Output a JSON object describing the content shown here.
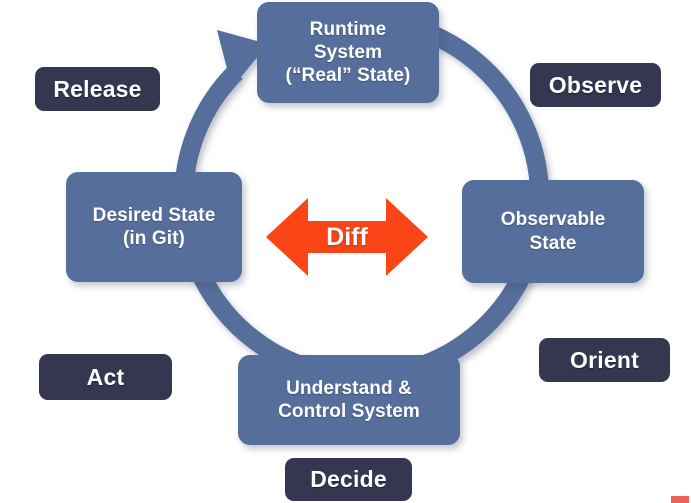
{
  "diagram": {
    "title": "GitOps OODA loop diagram",
    "colors": {
      "node_blue": "#566e9c",
      "label_dark": "#353650",
      "arrow_orange": "#fa4616",
      "background": "#ffffff"
    },
    "nodes": [
      {
        "id": "runtime",
        "label": "Runtime\nSystem\n(“Real” State)"
      },
      {
        "id": "desired",
        "label": "Desired State\n(in Git)"
      },
      {
        "id": "observable",
        "label": "Observable\nState"
      },
      {
        "id": "understand",
        "label": "Understand &\nControl System"
      }
    ],
    "ooda_labels": [
      {
        "id": "release",
        "label": "Release"
      },
      {
        "id": "observe",
        "label": "Observe"
      },
      {
        "id": "orient",
        "label": "Orient"
      },
      {
        "id": "decide",
        "label": "Decide"
      },
      {
        "id": "act",
        "label": "Act"
      }
    ],
    "center_arrow": {
      "label": "Diff",
      "direction": "double-headed-horizontal"
    },
    "loop": {
      "direction": "clockwise",
      "arrowhead_at": "runtime-system"
    }
  }
}
